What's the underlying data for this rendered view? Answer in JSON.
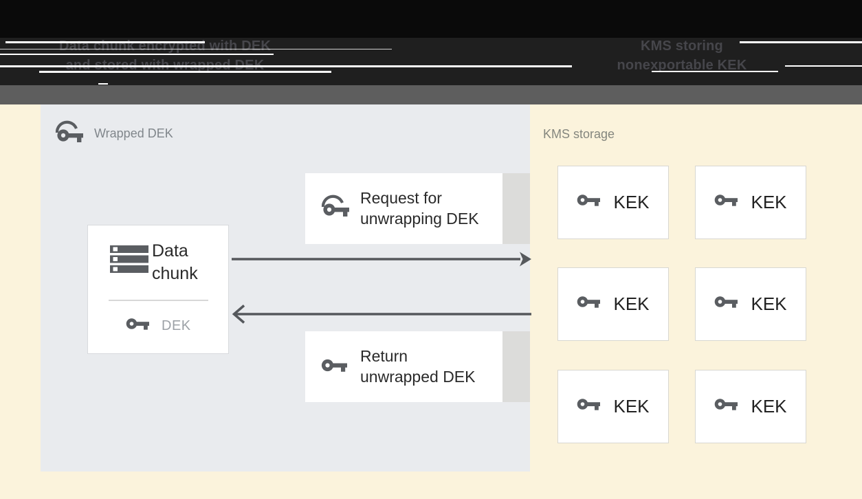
{
  "header": {
    "left_caption": {
      "line1": "Data chunk encrypted with DEK",
      "line2": "and stored with wrapped DEK"
    },
    "right_caption": {
      "line1": "KMS storing",
      "line2": "nonexportable KEK"
    }
  },
  "diagram": {
    "wrapped_dek_panel": {
      "label": "Wrapped DEK",
      "data_chunk_box": {
        "title_line1": "Data",
        "title_line2": "chunk",
        "key_label": "DEK"
      },
      "request_box": {
        "line1": "Request for",
        "line2": "unwrapping DEK"
      },
      "return_box": {
        "line1": "Return",
        "line2": "unwrapped DEK"
      }
    },
    "kms_panel": {
      "label": "KMS storage",
      "keks": [
        "KEK",
        "KEK",
        "KEK",
        "KEK",
        "KEK",
        "KEK"
      ]
    },
    "icons": {
      "wrapped_key": "wrapped-key-icon",
      "key": "key-icon",
      "data_chunk": "server-stack-icon",
      "arrow_right": "arrow-right-icon",
      "arrow_left": "arrow-left-icon"
    }
  },
  "colors": {
    "page_background": "#FBF3DC",
    "panel_background": "#E9EBEE",
    "header_black": "#1F1F1F",
    "divider_band_gray": "#5E5E5E",
    "stub_gray": "#DCDCDA",
    "icon_gray": "#5A5D61",
    "muted_label_gray": "#80868B",
    "dek_label_gray": "#9CA1A6",
    "text_dark": "#2A2A2A"
  }
}
